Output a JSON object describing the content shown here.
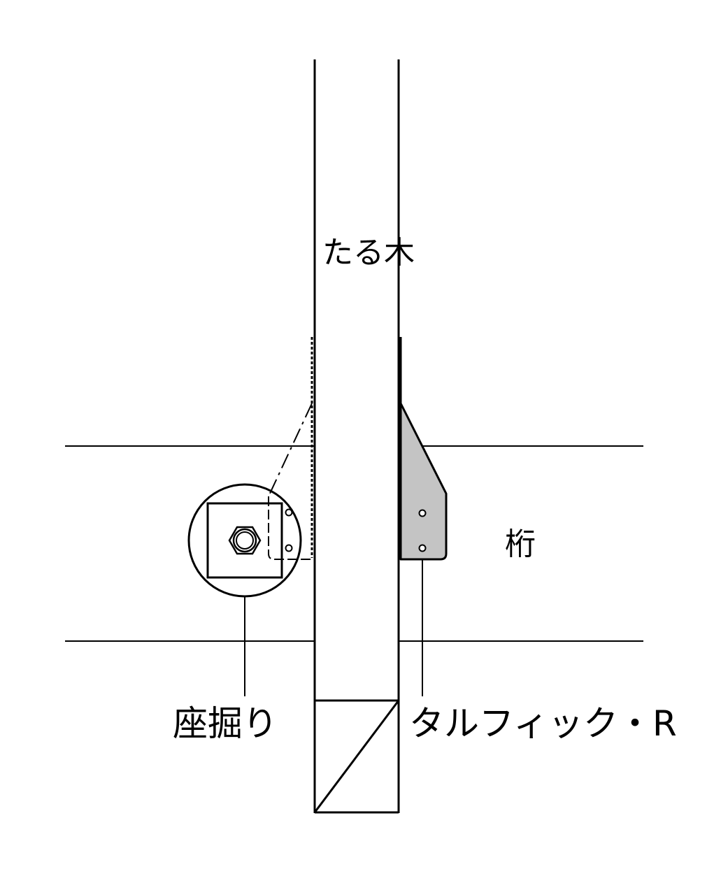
{
  "labels": {
    "rafter": "たる木",
    "beam": "桁",
    "counterbore": "座掘り",
    "bracket": "タルフィック・R"
  },
  "colors": {
    "line": "#000000",
    "bracket_fill": "#c4c4c4",
    "background": "#ffffff"
  }
}
